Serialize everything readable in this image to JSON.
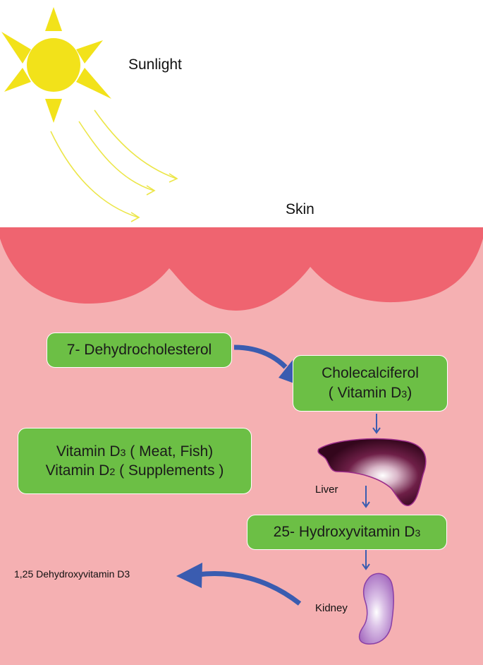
{
  "labels": {
    "sunlight": "Sunlight",
    "skin": "Skin",
    "liver": "Liver",
    "kidney": "Kidney",
    "calcitriol": "1,25 Dehydroxyvitamin D3"
  },
  "boxes": {
    "dehydro": "7- Dehydrocholesterol",
    "chole_line1": "Cholecalciferol",
    "chole_line2_a": "( Vitamin D",
    "chole_line2_sub": "3",
    "chole_line2_b": ")",
    "diet_line1_a": "Vitamin D",
    "diet_line1_sub": "3",
    "diet_line1_b": " ( Meat, Fish)",
    "diet_line2_a": "Vitamin D",
    "diet_line2_sub": "2",
    "diet_line2_b": " ( Supplements )",
    "hydroxy_a": "25- Hydroxyvitamin D",
    "hydroxy_sub": "3"
  },
  "colors": {
    "sun": "#f2e21a",
    "skin_top": "#ef6470",
    "skin_bg": "#f5b0b2",
    "box": "#6cbf45",
    "arrow": "#3a5cb0",
    "liver": "#5e1238",
    "kidney": "#b07bc7"
  }
}
